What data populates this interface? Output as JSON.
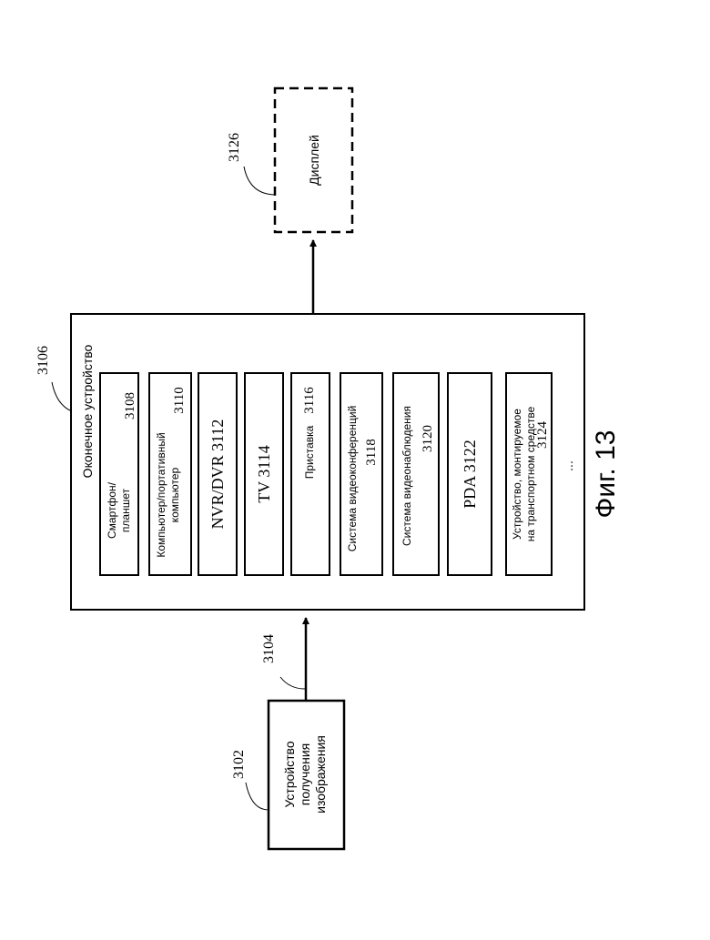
{
  "figure": {
    "caption": "Фиг. 13"
  },
  "display": {
    "label": "Дисплей",
    "ref": "3126"
  },
  "terminal": {
    "title": "Оконечное устройство",
    "ref": "3106",
    "ellipsis": "...",
    "devices": [
      {
        "line1": "Смартфон/",
        "line2": "планшет",
        "ref": "3108"
      },
      {
        "line1": "Компьютер/портативный",
        "line2": "компьютер",
        "ref": "3110"
      },
      {
        "line1": "NVR/DVR 3112"
      },
      {
        "line1": "TV 3114"
      },
      {
        "line1": "Приставка",
        "ref": "3116"
      },
      {
        "line1": "Система видеоконференций",
        "ref": "3118"
      },
      {
        "line1": "Система видеонаблюдения",
        "ref": "3120"
      },
      {
        "line1": "PDA 3122"
      },
      {
        "line1": "Устройство, монтируемое",
        "line2": "на транспортном средстве",
        "ref": "3124"
      }
    ]
  },
  "capture": {
    "line1": "Устройство",
    "line2": "получения",
    "line3": "изображения",
    "ref": "3102"
  },
  "link": {
    "ref": "3104"
  }
}
